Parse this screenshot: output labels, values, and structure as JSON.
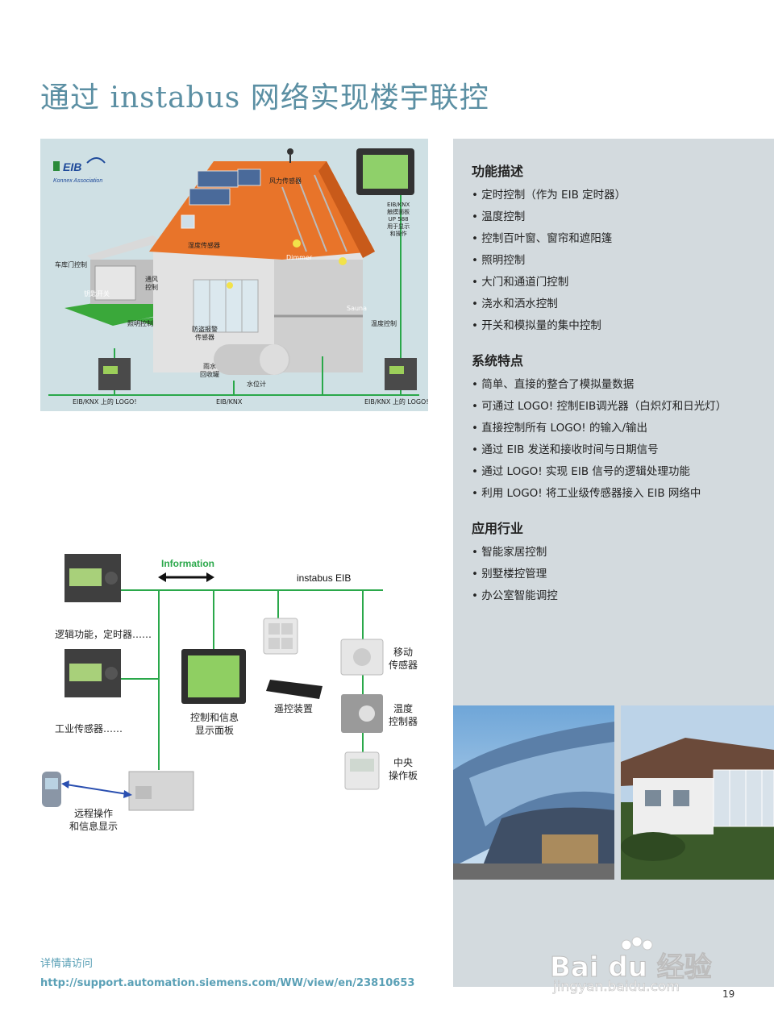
{
  "page": {
    "title": "通过 instabus 网络实现楼宇联控",
    "page_number": "19"
  },
  "house_diagram": {
    "logo_text": "EIB",
    "logo_sub": "Konnex Association",
    "labels": {
      "wind_sensor": "风力传感器",
      "panel_line1": "EIB/KNX",
      "panel_line2": "触摸面板",
      "panel_line3": "UP 588",
      "panel_line4": "用于显示",
      "panel_line5": "和操作",
      "humidity_sensor": "湿度传感器",
      "dimmer": "Dimmer",
      "garage_control": "车库门控制",
      "ventilation_1": "通风",
      "ventilation_2": "控制",
      "key_switch": "钥匙开关",
      "lighting_control": "照明控制",
      "burglar_1": "防盗报警",
      "burglar_2": "传感器",
      "sauna": "Sauna",
      "temp_control": "温度控制",
      "rain_1": "雨水",
      "rain_2": "回收罐",
      "water_level": "水位计",
      "logo_left": "EIB/KNX 上的 LOGO!",
      "bus": "EIB/KNX",
      "logo_right": "EIB/KNX 上的 LOGO!"
    }
  },
  "features": {
    "heading": "功能描述",
    "items": [
      "定时控制（作为 EIB 定时器）",
      "温度控制",
      "控制百叶窗、窗帘和遮阳篷",
      "照明控制",
      "大门和通道门控制",
      "浇水和洒水控制",
      "开关和模拟量的集中控制"
    ]
  },
  "characteristics": {
    "heading": "系统特点",
    "items": [
      "简单、直接的整合了模拟量数据",
      "可通过 LOGO! 控制EIB调光器（白炽灯和日光灯）",
      "直接控制所有 LOGO! 的输入/输出",
      "通过 EIB 发送和接收时间与日期信号",
      "通过 LOGO! 实现 EIB 信号的逻辑处理功能",
      "利用 LOGO! 将工业级传感器接入 EIB 网络中"
    ]
  },
  "industries": {
    "heading": "应用行业",
    "items": [
      "智能家居控制",
      "别墅楼控管理",
      "办公室智能调控"
    ]
  },
  "network_diagram": {
    "information": "Information",
    "bus_label": "instabus EIB",
    "logic_functions": "逻辑功能，定时器……",
    "industrial_sensors": "工业传感器……",
    "control_panel_1": "控制和信息",
    "control_panel_2": "显示面板",
    "remote_control": "遥控装置",
    "motion_1": "移动",
    "motion_2": "传感器",
    "temp_1": "温度",
    "temp_2": "控制器",
    "central_1": "中央",
    "central_2": "操作板",
    "remote_op_1": "远程操作",
    "remote_op_2": "和信息显示"
  },
  "footer": {
    "label": "详情请访问",
    "url": "http://support.automation.siemens.com/WW/view/en/23810653"
  },
  "watermark": {
    "brand": "Bai du 经验",
    "site": "jingyan.baidu.com"
  },
  "colors": {
    "title": "#5b8fa3",
    "bus_line": "#2aa84a",
    "right_panel": "#d3dade",
    "footer_link": "#5aa0b6",
    "roof": "#e8742a"
  }
}
